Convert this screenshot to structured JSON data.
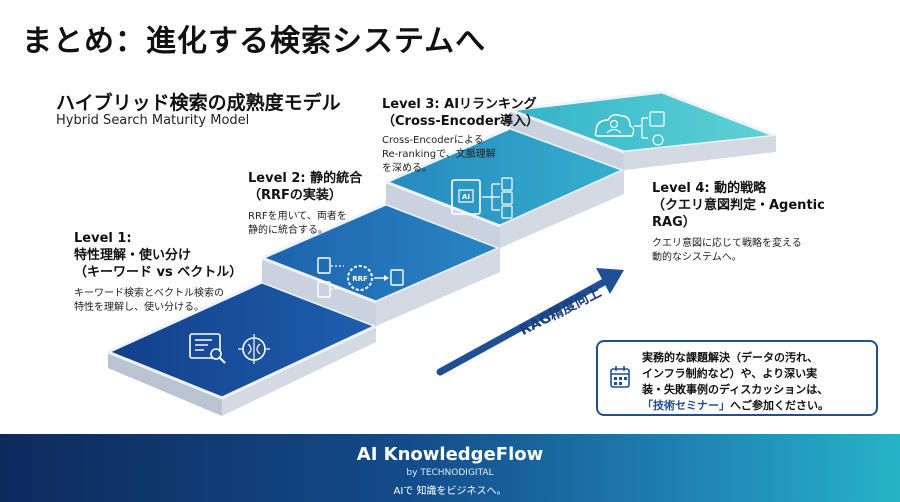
{
  "title": "まとめ：進化する検索システムへ",
  "model": {
    "title_jp": "ハイブリッド検索の成熟度モデル",
    "title_en": "Hybrid Search Maturity Model"
  },
  "levels": [
    {
      "line1": "Level 1:",
      "line2": "特性理解・使い分け",
      "line3": "（キーワード vs ベクトル）",
      "desc1": "キーワード検索とベクトル検索の",
      "desc2": "特性を理解し、使い分ける。"
    },
    {
      "line1": "Level 2: 静的統合",
      "line2": "（RRFの実装）",
      "desc1": "RRFを用いて、両者を",
      "desc2": "静的に統合する。"
    },
    {
      "line1": "Level 3: AIリランキング",
      "line2": "（Cross-Encoder導入）",
      "desc1": "Cross-Encoderによる",
      "desc2": "Re-rankingで、文脈理解",
      "desc3": "を深める。"
    },
    {
      "line1": "Level 4: 動的戦略",
      "line2": "（クエリ意図判定・Agentic",
      "line3": "RAG）",
      "desc1": "クエリ意図に応じて戦略を変える",
      "desc2": "動的なシステムへ。"
    }
  ],
  "step_icons": {
    "rrf": "RRF",
    "ai": "AI"
  },
  "arrow_label": "RAG精度向上",
  "note": {
    "line1": "実務的な課題解決（データの汚れ、",
    "line2": "インフラ制約など）や、より深い実",
    "line3": "装・失敗事例のディスカッションは、",
    "highlight": "「技術セミナー」",
    "line4_rest": "へご参加ください。"
  },
  "footer": {
    "brand": "AI KnowledgeFlow",
    "by": "by TECHNODIGITAL",
    "tagline": "AIで 知識をビジネスへ。"
  },
  "colors": {
    "step1": "#1c4f9c",
    "step2": "#2470b5",
    "step3": "#2b97c4",
    "step4": "#3fc0cc",
    "accent": "#1f4f94"
  }
}
